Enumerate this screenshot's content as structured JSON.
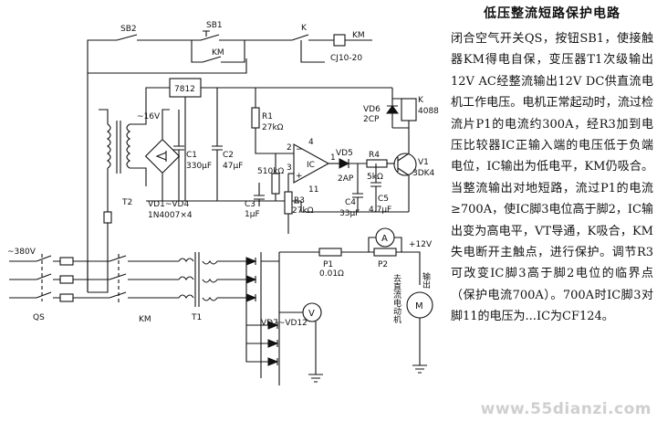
{
  "title": "低压整流短路保护电路",
  "description": "闭合空气开关QS，按钮SB1，使接触器KM得电自保，变压器T1次级输出12V AC经整流输出12V DC供直流电机工作电压。电机正常起动时，流过检流片P1的电流约300A，经R3加到电压比较器IC正输入端的电压低于负端电位，IC输出为低电平，KM仍吸合。当整流输出对地短路，流过P1的电流≥700A，使IC脚3电位高于脚2，IC输出变为高电平，VT导通，K吸合，KM失电断开主触点，进行保护。调节R3可改变IC脚3高于脚2电位的临界点（保护电流700A）。700A时IC脚3对脚11的电压为...IC为CF124。",
  "watermark": "www.55dianzi.com",
  "labels": {
    "sb2": "SB2",
    "sb1": "SB1",
    "km_coil": "KM",
    "k_contact": "K",
    "km_right": "KM",
    "cj": "CJ10-20",
    "reg": "7812",
    "r1": "R1",
    "r1v": "27kΩ",
    "vd6": "VD6",
    "vd6v": "2CP",
    "k_relay": "K",
    "k_relayv": "4088",
    "ac16": "~16V",
    "c1": "C1",
    "c1v": "330μF",
    "c2": "C2",
    "c2v": "47μF",
    "r2": "510kΩ",
    "ic": "IC",
    "vd5": "VD5",
    "vd5v": "2AP",
    "r4": "R4",
    "r4v": "5kΩ",
    "v1": "V1",
    "v1v": "3DK4",
    "c3": "C3",
    "c3v": "1μF",
    "r3": "R3",
    "r3v": "27kΩ",
    "c4": "C4",
    "c4v": "33μF",
    "c5": "C5",
    "c5v": "4.7μF",
    "t2": "T2",
    "vd14": "VD1~VD4",
    "vd14v": "1N4007×4",
    "plus": "+",
    "minus": "−",
    "pin2": "2",
    "pin3": "3",
    "pin1": "1",
    "pin4": "4",
    "pin11": "11",
    "ac380": "~380V",
    "qs": "QS",
    "km_bottom": "KM",
    "t1": "T1",
    "vd712": "VD7~VD12",
    "p1": "P1",
    "p1v": "0.01Ω",
    "p2": "P2",
    "v12": "+12V",
    "ammeter": "A",
    "voltmeter": "V",
    "motor": "M",
    "output": "输出",
    "motor_label": "去直流电动机"
  }
}
